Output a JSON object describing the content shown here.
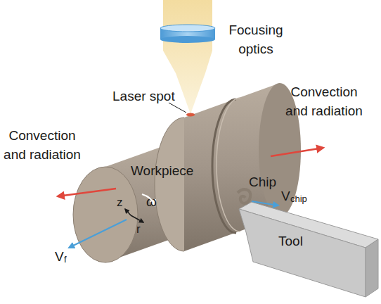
{
  "diagram": {
    "labels": [
      "Focusing optics",
      "Laser spot",
      "Convection and radiation",
      "Convection and radiation",
      "Workpiece",
      "Chip",
      "z",
      "ω",
      "V",
      "chip",
      "r",
      "V",
      "f",
      "Tool"
    ]
  }
}
